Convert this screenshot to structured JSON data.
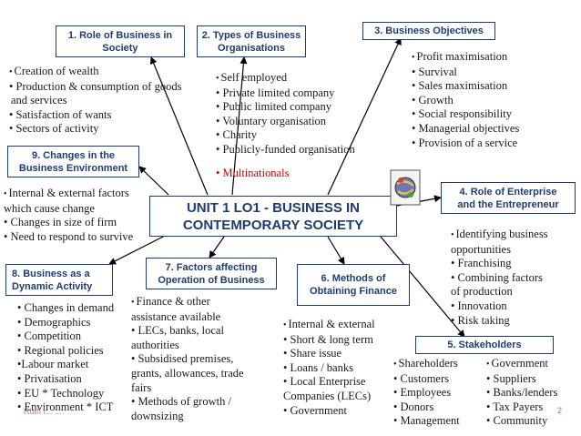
{
  "title": "UNIT 1 LO1 - BUSINESS IN CONTEMPORARY SOCIETY",
  "title_lines": [
    "UNIT 1 LO1 -  BUSINESS IN",
    "CONTEMPORARY SOCIETY"
  ],
  "boxes": {
    "b1": [
      "1. Role of Business in",
      "Society"
    ],
    "b2": [
      "2. Types of Business",
      "Organisations"
    ],
    "b3": [
      "3. Business Objectives"
    ],
    "b4": [
      "4. Role of Enterprise",
      "and the Entrepreneur"
    ],
    "b5": [
      "5. Stakeholders"
    ],
    "b6": [
      "6. Methods of",
      "Obtaining Finance"
    ],
    "b7": [
      "7. Factors affecting",
      "Operation of Business"
    ],
    "b8": [
      "8. Business as a",
      "Dynamic Activity"
    ],
    "b9": [
      "9. Changes in the",
      "Business Environment"
    ]
  },
  "lists": {
    "role": [
      "Creation of wealth",
      "Production & consumption of goods",
      "and services",
      "Satisfaction of wants",
      "Sectors of activity"
    ],
    "types": [
      "Self employed",
      "Private limited company",
      "Public limited company",
      "Voluntary organisation",
      "Charity",
      "Publicly-funded organisation",
      "",
      "Multinationals"
    ],
    "objectives": [
      "Profit maximisation",
      "Survival",
      "Sales maximisation",
      "Growth",
      "Social responsibility",
      "Managerial objectives",
      "Provision of a service"
    ],
    "changes": [
      "Internal & external factors",
      "which cause change",
      "Changes in size of firm",
      "Need to respond to survive"
    ],
    "enterprise": [
      "Identifying business",
      "opportunities",
      "Franchising",
      "Combining factors",
      "of production",
      "Innovation",
      "Risk taking"
    ],
    "dynamic": [
      "Changes in demand",
      "Demographics",
      "Competition",
      "Regional policies",
      "Labour market",
      "Privatisation",
      "EU * Technology",
      "Environment * ICT"
    ],
    "factors": [
      "Finance & other",
      "assistance available",
      "LECs, banks, local",
      "authorities",
      "Subsidised premises,",
      "grants, allowances, trade",
      "fairs",
      "Methods of growth /",
      "downsizing"
    ],
    "finance": [
      "Internal & external",
      "Short & long term",
      "Share issue",
      "Loans / banks",
      "Local Enterprise",
      "Companies (LECs)",
      "Government"
    ],
    "stake_left": [
      "Shareholders",
      "Customers",
      "Employees",
      "Donors",
      "Management"
    ],
    "stake_right": [
      "Government",
      "Suppliers",
      "Banks/lenders",
      "Tax Payers",
      "Community"
    ]
  },
  "footer_left": "Ruth I...  ...",
  "page_number": "2",
  "colors": {
    "box_text": "#1f3c6e",
    "highlight": "#cc0000",
    "arrow": "#000000"
  }
}
